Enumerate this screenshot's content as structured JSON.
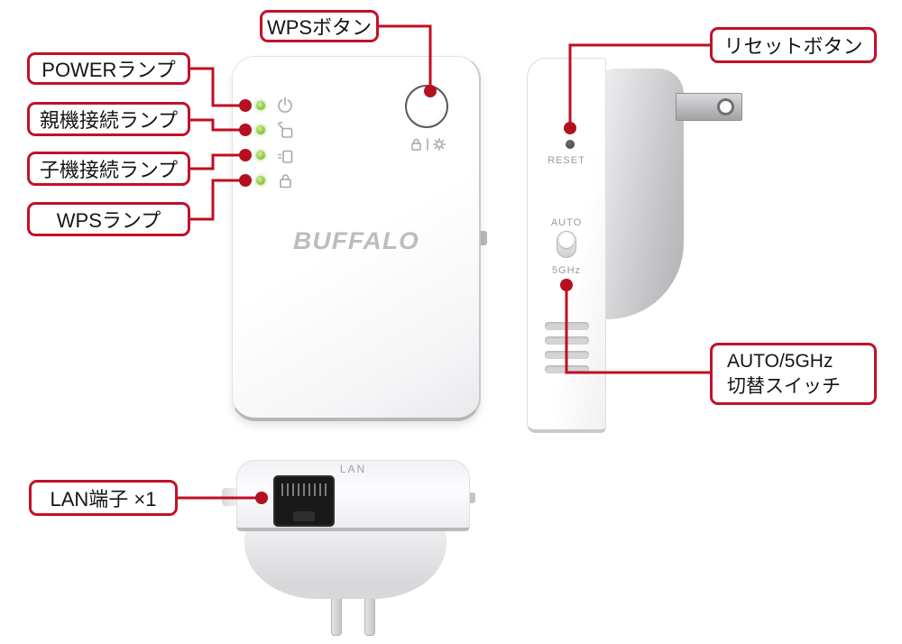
{
  "colors": {
    "accent_red": "#c3102a",
    "leader_line_red": "#c00e22",
    "led_green": "#8cc63f",
    "device_white": "#ffffff",
    "device_edge_gray": "#b7b7b9",
    "device_text_gray": "#9b9b9d",
    "label_text": "#151515"
  },
  "callouts": {
    "wps_button": {
      "label": "WPSボタン"
    },
    "power_lamp": {
      "label": "POWERランプ"
    },
    "parent_lamp": {
      "label": "親機接続ランプ"
    },
    "child_lamp": {
      "label": "子機接続ランプ"
    },
    "wps_lamp": {
      "label": "WPSランプ"
    },
    "reset_button": {
      "label": "リセットボタン"
    },
    "auto_5ghz_switch": {
      "line1": "AUTO/5GHz",
      "line2": "切替スイッチ"
    },
    "lan_port": {
      "label": "LAN端子 ×1"
    }
  },
  "front_view": {
    "brand": "BUFFALO",
    "leds": [
      {
        "name": "power-led",
        "icon": "power-icon"
      },
      {
        "name": "parent-connect-led",
        "icon": "router-antenna-icon"
      },
      {
        "name": "child-connect-led",
        "icon": "client-device-icon"
      },
      {
        "name": "wps-led",
        "icon": "lock-icon"
      }
    ],
    "button_sub_icons": [
      "lock-icon",
      "brightness-icon"
    ]
  },
  "side_view": {
    "reset_label": "RESET",
    "switch_top_label": "AUTO",
    "switch_bottom_label": "5GHz"
  },
  "bottom_view": {
    "port_label": "LAN"
  }
}
